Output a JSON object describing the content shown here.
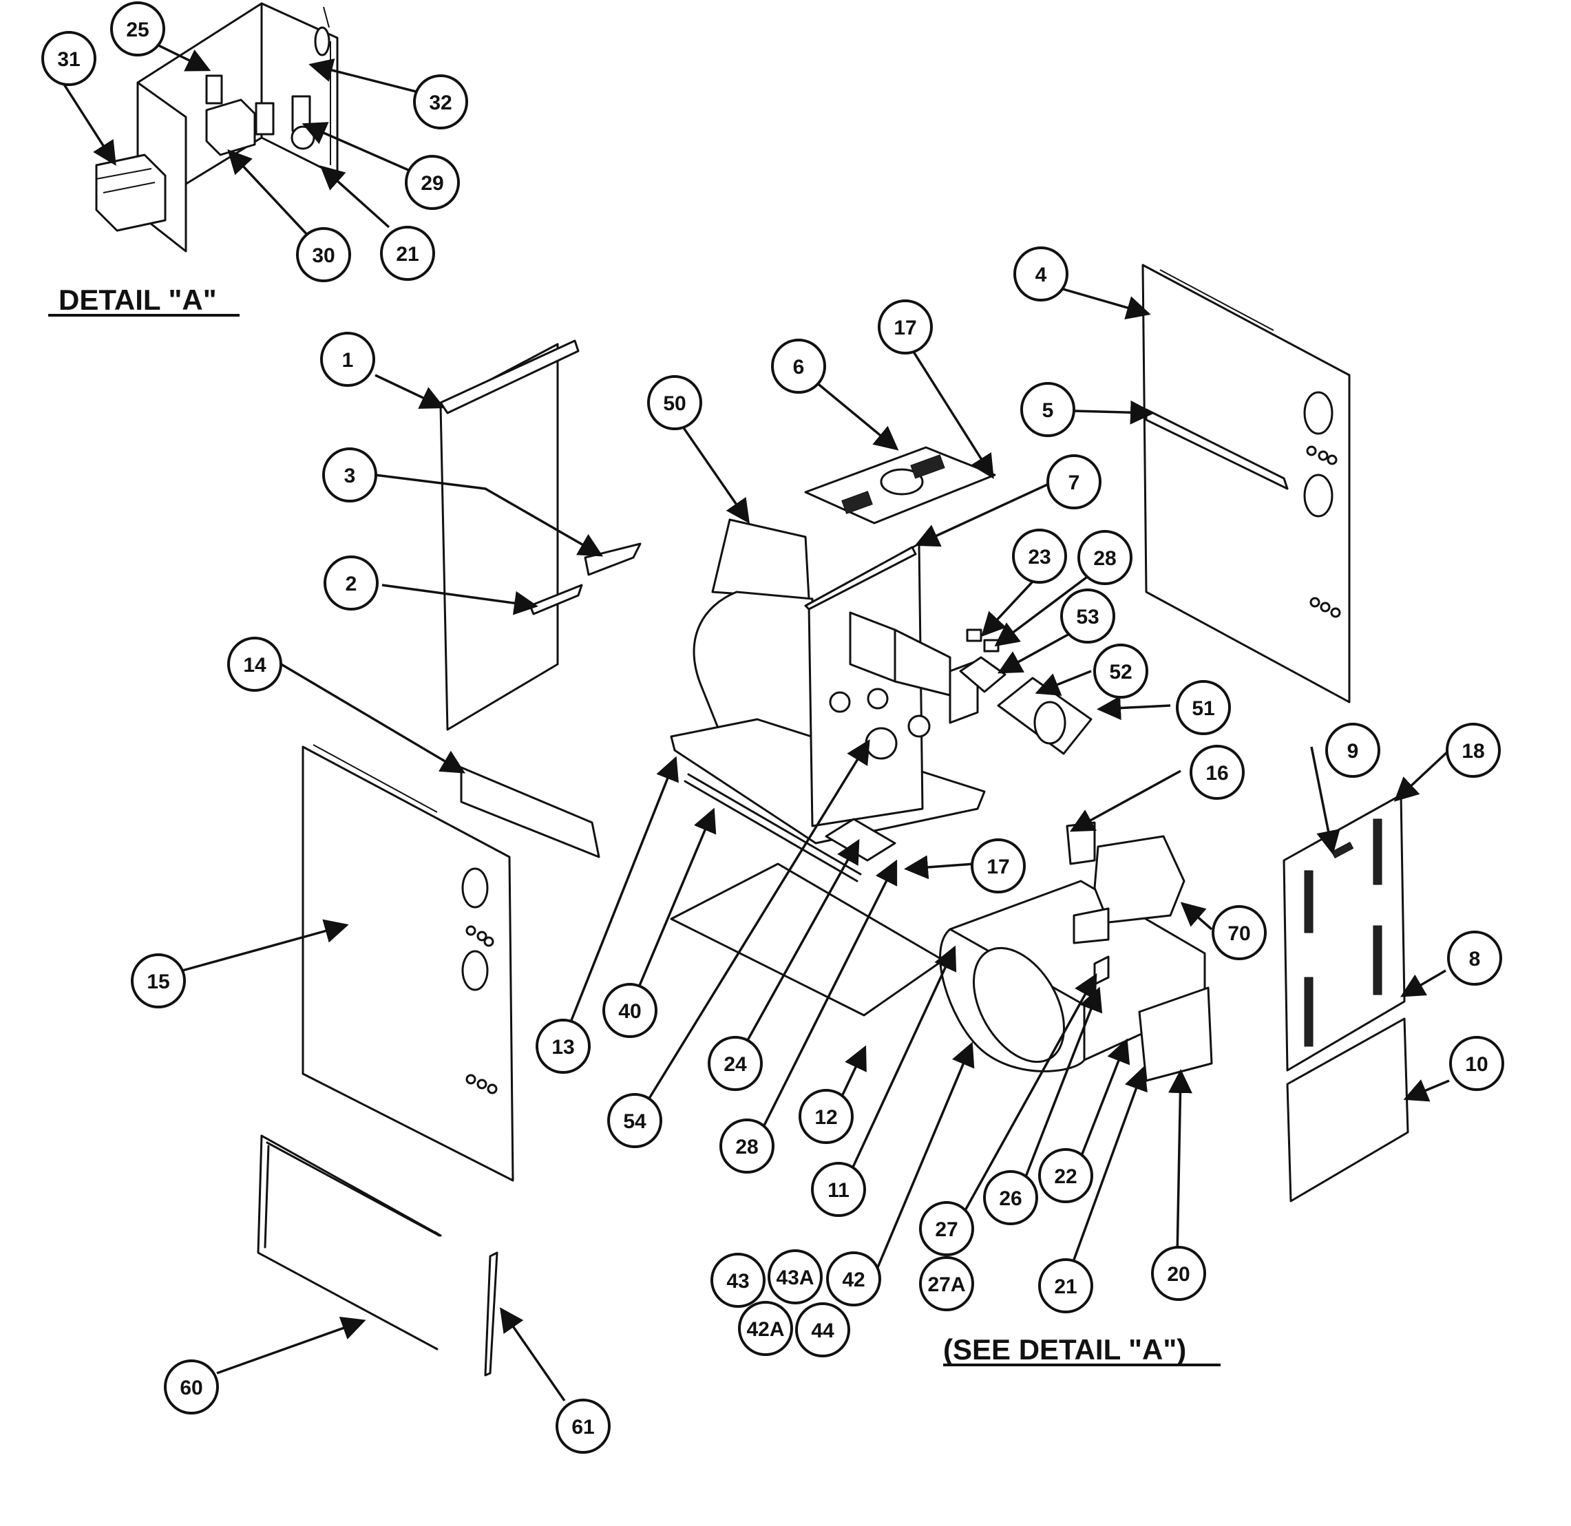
{
  "headings": {
    "detail": "DETAIL \"A\"",
    "see_detail": "(SEE DETAIL \"A\")"
  },
  "callouts": {
    "c31": "31",
    "c25": "25",
    "c32": "32",
    "c29": "29",
    "c30": "30",
    "c21a": "21",
    "c1": "1",
    "c3": "3",
    "c2": "2",
    "c14": "14",
    "c15": "15",
    "c50": "50",
    "c6": "6",
    "c17a": "17",
    "c7": "7",
    "c23": "23",
    "c28a": "28",
    "c53": "53",
    "c52": "52",
    "c51": "51",
    "c16": "16",
    "c17b": "17",
    "c4": "4",
    "c5": "5",
    "c9": "9",
    "c18": "18",
    "c8": "8",
    "c10": "10",
    "c70": "70",
    "c13": "13",
    "c40": "40",
    "c54": "54",
    "c24": "24",
    "c28b": "28",
    "c12": "12",
    "c11": "11",
    "c27": "27",
    "c26": "26",
    "c22": "22",
    "c27a": "27A",
    "c21b": "21",
    "c20": "20",
    "c43": "43",
    "c43a": "43A",
    "c42": "42",
    "c42a": "42A",
    "c44": "44",
    "c60": "60",
    "c61": "61"
  }
}
